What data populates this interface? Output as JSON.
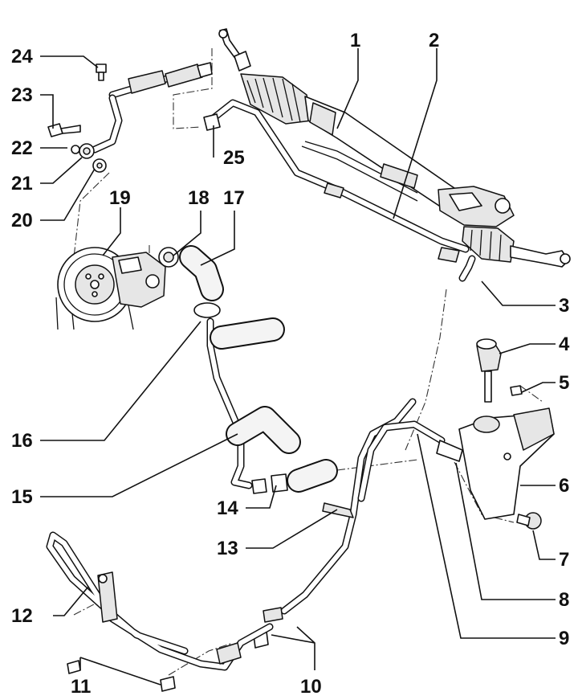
{
  "colors": {
    "ink": "#111111",
    "paper": "#ffffff",
    "shade": "#e6e6e6",
    "dark": "#9a9a9a"
  },
  "callouts": [
    {
      "id": "1",
      "label": "1"
    },
    {
      "id": "2",
      "label": "2"
    },
    {
      "id": "3",
      "label": "3"
    },
    {
      "id": "4",
      "label": "4"
    },
    {
      "id": "5",
      "label": "5"
    },
    {
      "id": "6",
      "label": "6"
    },
    {
      "id": "7",
      "label": "7"
    },
    {
      "id": "8",
      "label": "8"
    },
    {
      "id": "9",
      "label": "9"
    },
    {
      "id": "10",
      "label": "10"
    },
    {
      "id": "11",
      "label": "11"
    },
    {
      "id": "12",
      "label": "12"
    },
    {
      "id": "13",
      "label": "13"
    },
    {
      "id": "14",
      "label": "14"
    },
    {
      "id": "15",
      "label": "15"
    },
    {
      "id": "16",
      "label": "16"
    },
    {
      "id": "17",
      "label": "17"
    },
    {
      "id": "18",
      "label": "18"
    },
    {
      "id": "19",
      "label": "19"
    },
    {
      "id": "20",
      "label": "20"
    },
    {
      "id": "21",
      "label": "21"
    },
    {
      "id": "22",
      "label": "22"
    },
    {
      "id": "23",
      "label": "23"
    },
    {
      "id": "24",
      "label": "24"
    },
    {
      "id": "25",
      "label": "25"
    }
  ]
}
